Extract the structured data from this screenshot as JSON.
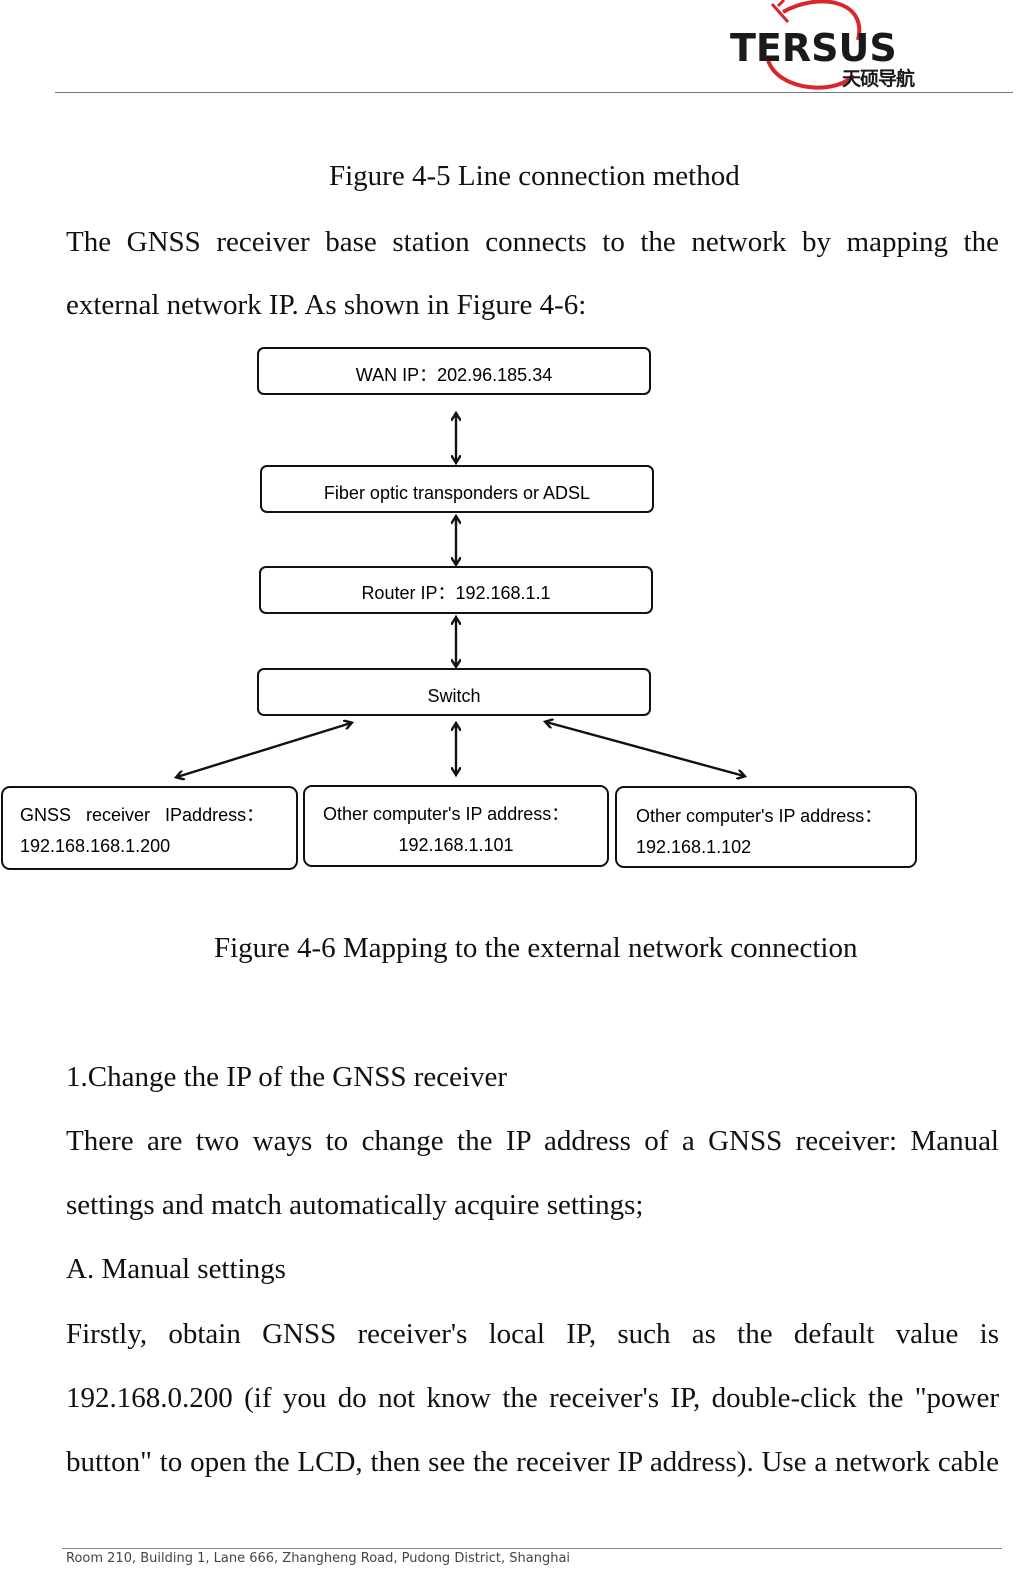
{
  "header": {
    "logo_text": "TERSUS",
    "logo_cn": "天硕导航"
  },
  "figure45": {
    "caption": "Figure 4-5 Line connection method"
  },
  "intro": {
    "line1": "The GNSS receiver base station connects to the network by mapping the",
    "line2": "external network IP. As shown in Figure 4-6:"
  },
  "diagram": {
    "wan": "WAN IP：202.96.185.34",
    "fiber": "Fiber optic transponders or ADSL",
    "router": "Router IP：192.168.1.1",
    "switch": "Switch",
    "gnss_line1": "GNSS   receiver   IPaddress：",
    "gnss_line2": "192.168.168.1.200",
    "pc1_line1": "Other computer's IP address：",
    "pc1_line2": "192.168.1.101",
    "pc2_line1": "Other computer's IP address：",
    "pc2_line2": "192.168.1.102"
  },
  "figure46": {
    "caption": "Figure 4-6 Mapping to the external network connection"
  },
  "section": {
    "heading": "1.Change the IP of the GNSS receiver",
    "p1_line1": "There are two ways to change the IP address of a GNSS receiver: Manual",
    "p1_line2": "settings and match automatically acquire settings;",
    "sub_heading": "A. Manual settings",
    "p2_line1": "Firstly, obtain GNSS receiver's local IP, such as the default value is",
    "p2_line2": "192.168.0.200 (if you do not know the receiver's IP, double-click the \"power",
    "p2_line3": "button\" to open the LCD, then see the receiver IP address). Use a network cable"
  },
  "footer": {
    "address": "Room 210, Building 1, Lane 666, Zhangheng Road, Pudong District, Shanghai"
  },
  "colors": {
    "logo_red": "#d8262c",
    "text": "#111111",
    "rule": "#777777"
  }
}
